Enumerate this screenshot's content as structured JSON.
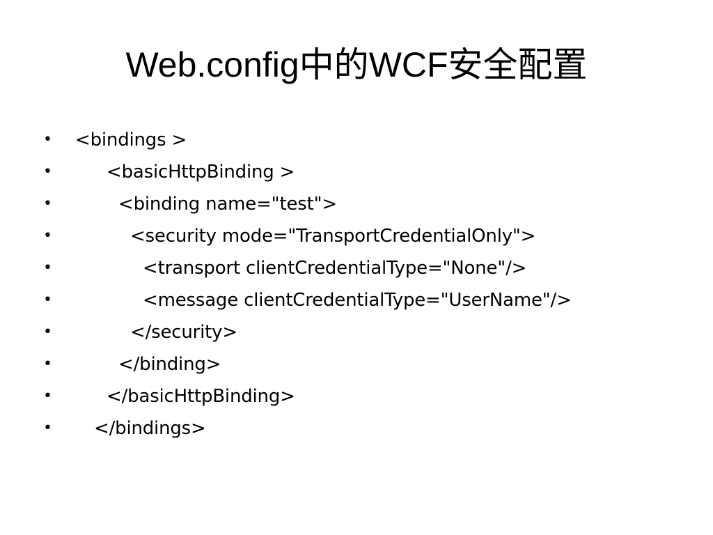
{
  "slide": {
    "title_latin": "Web.config",
    "title_cjk_1": "中的",
    "title_latin_2": "WCF",
    "title_cjk_2": "安全配置",
    "bullet_symbol": "•",
    "lines": [
      "<bindings >",
      "<basicHttpBinding >",
      "<binding name=\"test\">",
      "<security mode=\"TransportCredentialOnly\">",
      "<transport clientCredentialType=\"None\"/>",
      "<message clientCredentialType=\"UserName\"/>",
      "</security>",
      "</binding>",
      "</basicHttpBinding>",
      "</bindings>"
    ]
  }
}
